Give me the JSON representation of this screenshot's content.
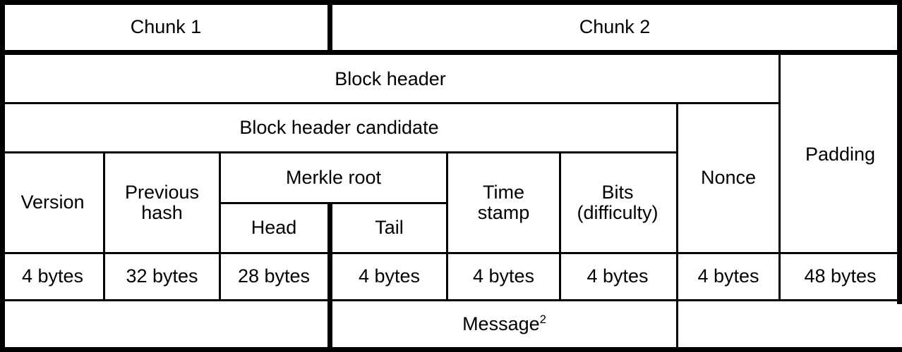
{
  "diagram": {
    "title": "Bitcoin block header SHA-256 chunk layout",
    "colors": {
      "line": "#000000",
      "background": "#ffffff",
      "text": "#000000"
    },
    "rows": {
      "chunks": [
        {
          "label": "Chunk 1"
        },
        {
          "label": "Chunk 2"
        }
      ],
      "header_row": [
        {
          "label": "Block header"
        },
        {
          "label": "Padding"
        }
      ],
      "candidate_row": [
        {
          "label": "Block header candidate"
        },
        {
          "label": "Nonce"
        }
      ],
      "fields_row": [
        {
          "label": "Version"
        },
        {
          "label": "Previous\nhash"
        },
        {
          "label": "Merkle root"
        },
        {
          "label": "Time\nstamp"
        },
        {
          "label": "Bits\n(difficulty)"
        }
      ],
      "merkle_subfields": [
        {
          "label": "Head"
        },
        {
          "label": "Tail"
        }
      ],
      "bytes_row": [
        {
          "label": "4 bytes"
        },
        {
          "label": "32 bytes"
        },
        {
          "label": "28 bytes"
        },
        {
          "label": "4 bytes"
        },
        {
          "label": "4 bytes"
        },
        {
          "label": "4 bytes"
        },
        {
          "label": "4 bytes"
        },
        {
          "label": "48 bytes"
        }
      ],
      "message_row": [
        {
          "label": ""
        },
        {
          "label": "Message",
          "superscript": "2"
        },
        {
          "label": ""
        }
      ]
    }
  }
}
